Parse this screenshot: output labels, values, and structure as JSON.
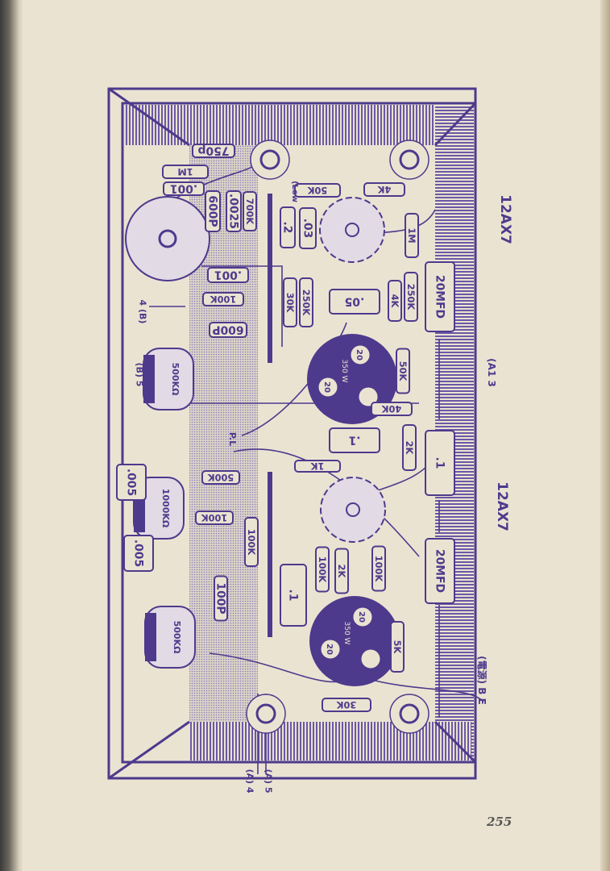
{
  "page_number": "255",
  "colors": {
    "ink": "#4d3a8c",
    "paper": "#ebe3d2"
  },
  "tube_labels": {
    "upper": "12AX7",
    "lower": "12AX7"
  },
  "terminals": {
    "a1_3": "(A1 3",
    "power_be": "(電源) B E",
    "b_4": "4  (B)",
    "b_5": "(B) 5",
    "a_5": "(A) 5",
    "a_4": "(A) 4",
    "pilot_lamp": "P.L",
    "low": "(Low"
  },
  "components": [
    {
      "type": "capacitor",
      "label": "750p"
    },
    {
      "type": "resistor",
      "label": "1M"
    },
    {
      "type": "capacitor",
      "label": ".001"
    },
    {
      "type": "capacitor",
      "label": "600P"
    },
    {
      "type": "capacitor",
      "label": ".0025"
    },
    {
      "type": "resistor",
      "label": "700K"
    },
    {
      "type": "resistor",
      "label": "50K"
    },
    {
      "type": "resistor",
      "label": "4K"
    },
    {
      "type": "capacitor",
      "label": ".2"
    },
    {
      "type": "capacitor",
      "label": ".03"
    },
    {
      "type": "resistor",
      "label": "1M"
    },
    {
      "type": "capacitor",
      "label": ".001"
    },
    {
      "type": "resistor",
      "label": "100K"
    },
    {
      "type": "resistor",
      "label": "30K"
    },
    {
      "type": "resistor",
      "label": "250K"
    },
    {
      "type": "capacitor",
      "label": ".05"
    },
    {
      "type": "resistor",
      "label": "4K"
    },
    {
      "type": "resistor",
      "label": "250K"
    },
    {
      "type": "electrolytic",
      "label": "20MFD"
    },
    {
      "type": "capacitor",
      "label": "600P"
    },
    {
      "type": "resistor",
      "label": "50K"
    },
    {
      "type": "resistor",
      "label": "40K"
    },
    {
      "type": "capacitor",
      "label": ".1"
    },
    {
      "type": "resistor",
      "label": "2K"
    },
    {
      "type": "capacitor",
      "label": ".1"
    },
    {
      "type": "resistor",
      "label": "1K"
    },
    {
      "type": "resistor",
      "label": "500K"
    },
    {
      "type": "resistor",
      "label": "100K"
    },
    {
      "type": "resistor",
      "label": "100K"
    },
    {
      "type": "capacitor",
      "label": "100P"
    },
    {
      "type": "capacitor",
      "label": ".1"
    },
    {
      "type": "resistor",
      "label": "100K"
    },
    {
      "type": "resistor",
      "label": "2K"
    },
    {
      "type": "resistor",
      "label": "100K"
    },
    {
      "type": "electrolytic",
      "label": "20MFD"
    },
    {
      "type": "resistor",
      "label": "5K"
    },
    {
      "type": "resistor",
      "label": "30K"
    },
    {
      "type": "capacitor",
      "label": ".005"
    },
    {
      "type": "capacitor",
      "label": ".005"
    }
  ],
  "pots": [
    {
      "label": "500KΩ"
    },
    {
      "label": "1000KΩ"
    },
    {
      "label": "500KΩ"
    }
  ],
  "power_tube_labels": [
    {
      "pin_a": "20",
      "pin_b": "20",
      "rating": "350 W"
    },
    {
      "pin_a": "20",
      "pin_b": "20",
      "rating": "350 W"
    }
  ]
}
